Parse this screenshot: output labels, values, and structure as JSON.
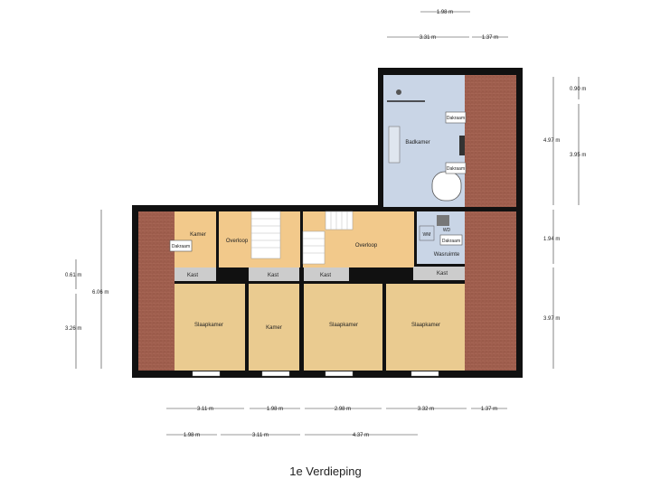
{
  "title": "1e Verdieping",
  "colors": {
    "wall": "#111111",
    "roof": "#a66554",
    "roomOrange": "#f2c98b",
    "bedroom": "#eacb90",
    "storage": "#cccccc",
    "wet": "#c9d5e6",
    "stairs": "#ffffff"
  },
  "rooms": {
    "badkamer": "Badkamer",
    "dakraam_bath_top": "Dakraam",
    "dakraam_bath_bottom": "Dakraam",
    "kamer_small": "Kamer",
    "dakraam_kamer": "Dakraam",
    "overloop_left": "Overloop",
    "overloop_right": "Overloop",
    "wm": "WM",
    "wd": "WD",
    "dakraam_was": "Dakraam",
    "wasruimte": "Wasruimte",
    "kast1": "Kast",
    "kast2": "Kast",
    "kast3": "Kast",
    "kast4": "Kast",
    "slaapkamer1": "Slaapkamer",
    "kamer_mid": "Kamer",
    "slaapkamer2": "Slaapkamer",
    "slaapkamer3": "Slaapkamer"
  },
  "dimensions": {
    "top_198": "1.98 m",
    "top_331": "3.31 m",
    "top_137": "1.37 m",
    "right_090": "0.90 m",
    "right_497": "4.97 m",
    "right_395": "3.95 m",
    "right_194": "1.94 m",
    "right_397": "3.97 m",
    "left_606": "6.06 m",
    "left_061": "0.61 m",
    "left_326": "3.26 m",
    "bottom_311a": "3.11 m",
    "bottom_198a": "1.98 m",
    "bottom_298": "2.98 m",
    "bottom_332": "3.32 m",
    "bottom_137": "1.37 m",
    "bottom2_198": "1.98 m",
    "bottom2_311": "3.11 m",
    "bottom2_437": "4.37 m"
  }
}
